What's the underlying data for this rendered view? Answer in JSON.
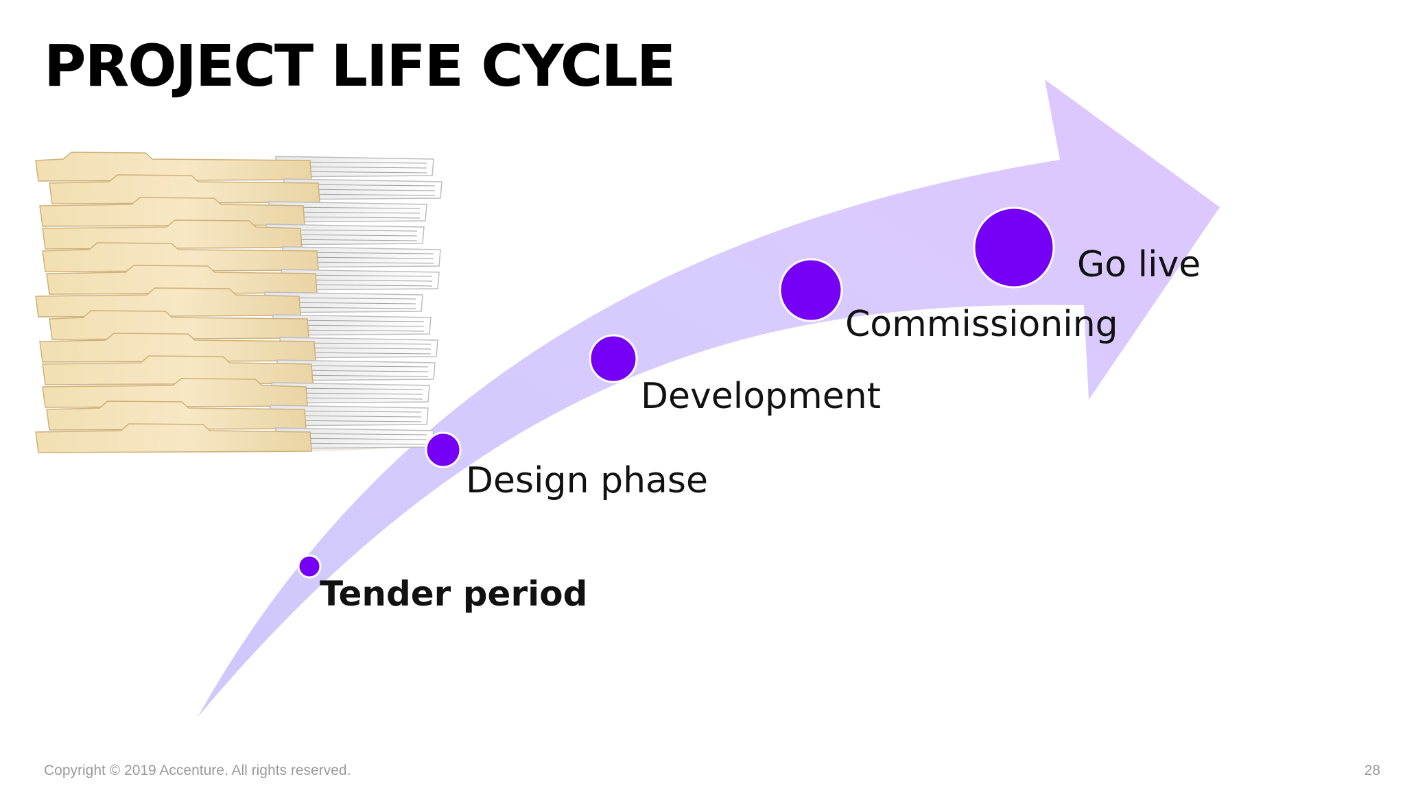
{
  "slide": {
    "title": "PROJECT LIFE CYCLE"
  },
  "diagram": {
    "image_description": "stack of manila file folders",
    "stages": [
      {
        "label": "Tender period",
        "emphasis": true
      },
      {
        "label": "Design phase",
        "emphasis": false
      },
      {
        "label": "Development",
        "emphasis": false
      },
      {
        "label": "Commissioning",
        "emphasis": false
      },
      {
        "label": "Go live",
        "emphasis": false
      }
    ]
  },
  "footer": {
    "copyright": "Copyright © 2019 Accenture. All rights reserved.",
    "page_number": "28"
  },
  "colors": {
    "accent": "#7500f5",
    "arrow_light": "#d4ccff",
    "arrow_mid": "#dcc8ff",
    "title": "#000000",
    "footer_text": "#9a9a9a"
  }
}
